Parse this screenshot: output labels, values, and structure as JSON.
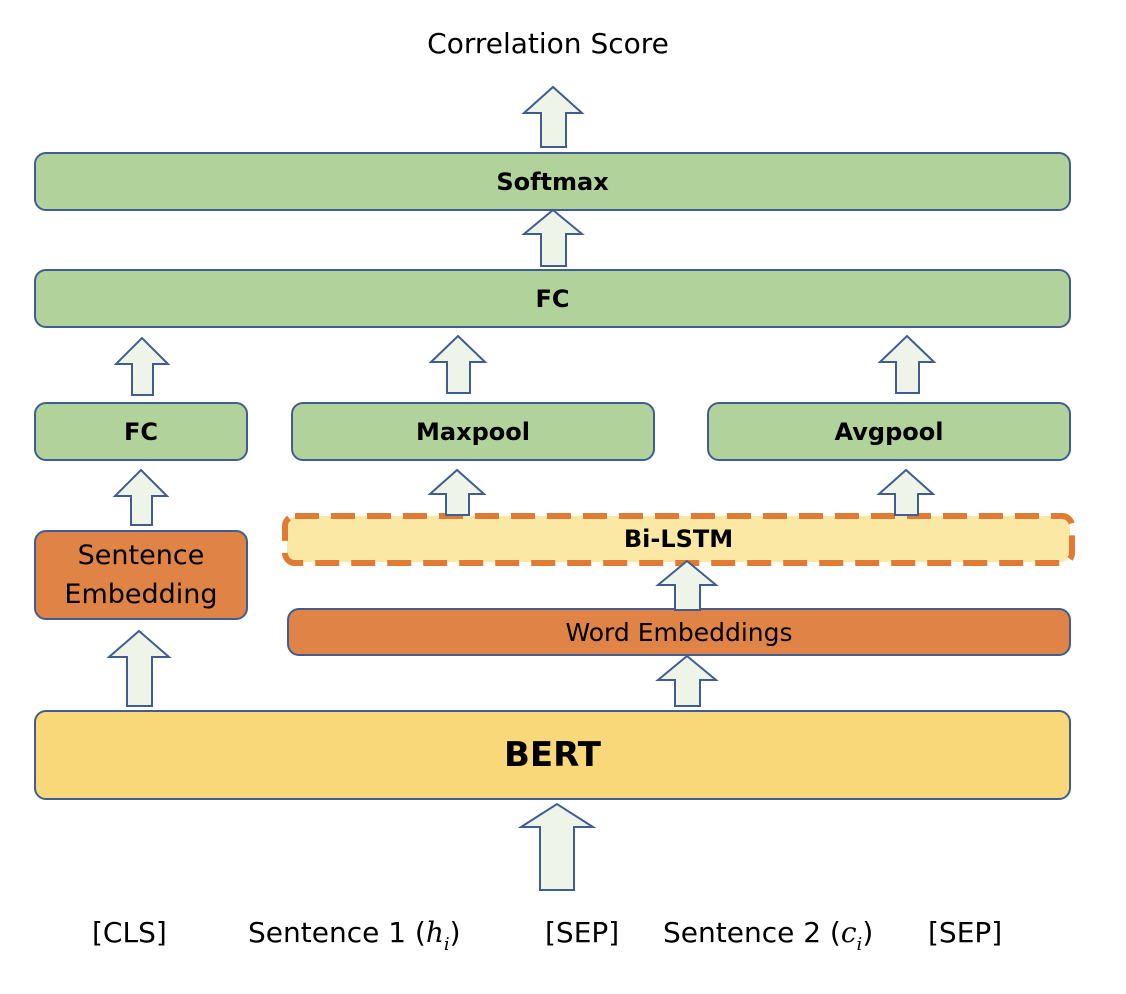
{
  "title": "Correlation Score",
  "boxes": {
    "softmax": "Softmax",
    "fc_top": "FC",
    "fc_left": "FC",
    "maxpool": "Maxpool",
    "avgpool": "Avgpool",
    "bilstm": "Bi-LSTM",
    "sentence_embedding_line1": "Sentence",
    "sentence_embedding_line2": "Embedding",
    "word_embeddings": "Word Embeddings",
    "bert": "BERT"
  },
  "inputs": {
    "cls": "[CLS]",
    "sentence1_prefix": "Sentence 1 (",
    "sentence1_var": "h",
    "sentence1_sub": "i",
    "sentence1_suffix": ")",
    "sep1": "[SEP]",
    "sentence2_prefix": "Sentence 2 (",
    "sentence2_var": "c",
    "sentence2_sub": "i",
    "sentence2_suffix": ")",
    "sep2": "[SEP]"
  },
  "colors": {
    "green": "#b1d39b",
    "orange": "#df8446",
    "yellow": "#f8d878",
    "light_yellow": "#fbe8a5",
    "border": "#3f5d93",
    "dash": "#e07a35",
    "arrow_fill": "#eef4e8"
  }
}
